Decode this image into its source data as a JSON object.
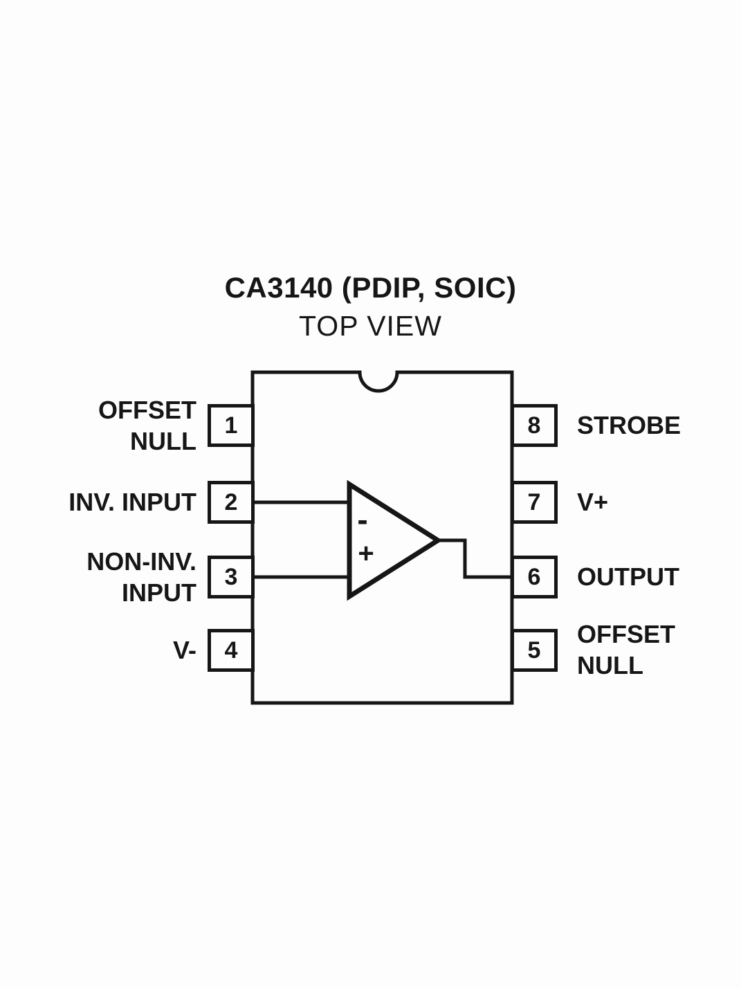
{
  "title": "CA3140 (PDIP, SOIC)",
  "subtitle": "TOP VIEW",
  "opamp": {
    "minus": "-",
    "plus": "+"
  },
  "pins": {
    "left": [
      {
        "number": "1",
        "label_lines": [
          "OFFSET",
          "NULL"
        ]
      },
      {
        "number": "2",
        "label_lines": [
          "INV. INPUT"
        ]
      },
      {
        "number": "3",
        "label_lines": [
          "NON-INV.",
          "INPUT"
        ]
      },
      {
        "number": "4",
        "label_lines": [
          "V-"
        ]
      }
    ],
    "right": [
      {
        "number": "8",
        "label_lines": [
          "STROBE"
        ]
      },
      {
        "number": "7",
        "label_lines": [
          "V+"
        ]
      },
      {
        "number": "6",
        "label_lines": [
          "OUTPUT"
        ]
      },
      {
        "number": "5",
        "label_lines": [
          "OFFSET",
          "NULL"
        ]
      }
    ]
  },
  "colors": {
    "line": "#161616",
    "background": "#fdfdfd"
  }
}
